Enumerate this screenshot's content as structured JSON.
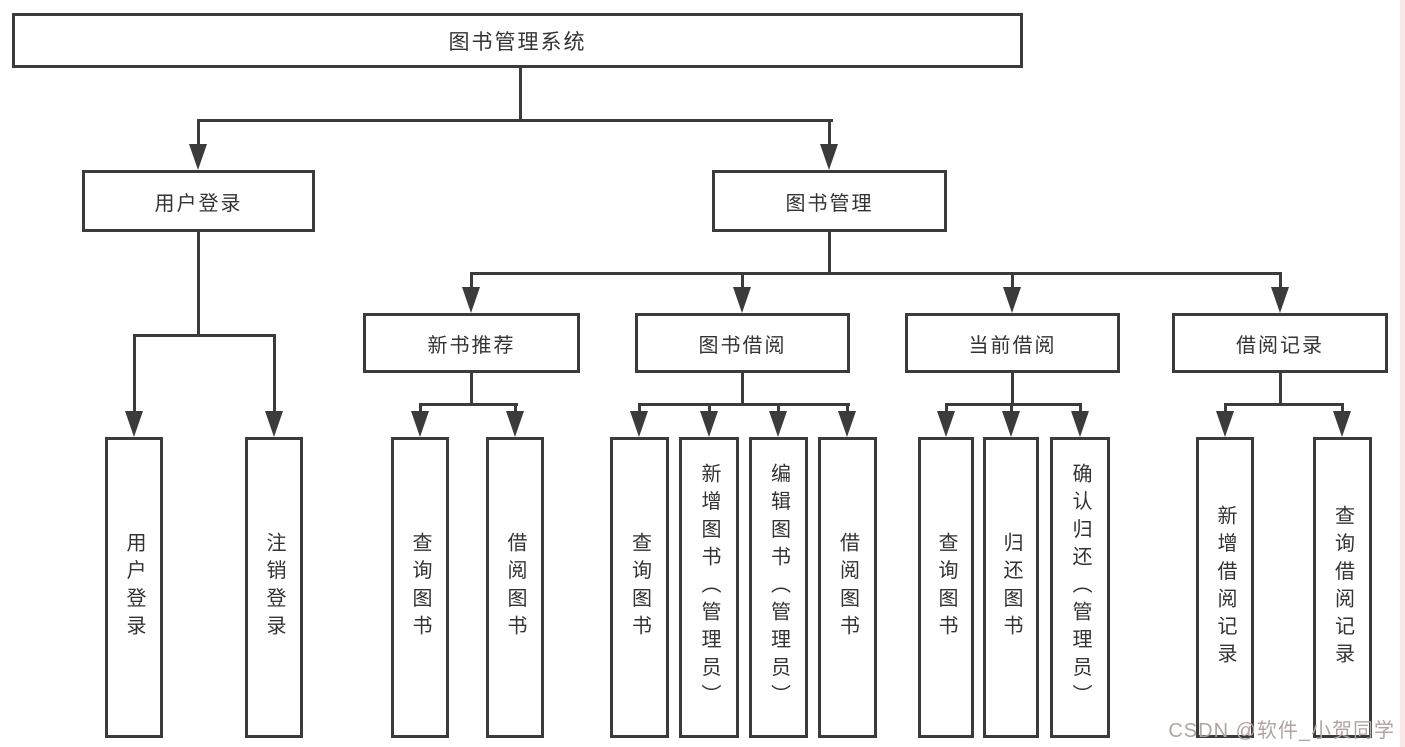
{
  "tree": {
    "label": "图书管理系统",
    "children": [
      {
        "label": "用户登录",
        "children": [
          {
            "label": "用户登录"
          },
          {
            "label": "注销登录"
          }
        ]
      },
      {
        "label": "图书管理",
        "children": [
          {
            "label": "新书推荐",
            "children": [
              {
                "label": "查询图书"
              },
              {
                "label": "借阅图书"
              }
            ]
          },
          {
            "label": "图书借阅",
            "children": [
              {
                "label": "查询图书"
              },
              {
                "label": "新增图书（管理员）"
              },
              {
                "label": "编辑图书（管理员）"
              },
              {
                "label": "借阅图书"
              }
            ]
          },
          {
            "label": "当前借阅",
            "children": [
              {
                "label": "查询图书"
              },
              {
                "label": "归还图书"
              },
              {
                "label": "确认归还（管理员）"
              }
            ]
          },
          {
            "label": "借阅记录",
            "children": [
              {
                "label": "新增借阅记录"
              },
              {
                "label": "查询借阅记录"
              }
            ]
          }
        ]
      }
    ]
  },
  "watermark": {
    "text": "CSDN @软件_小贺同学"
  },
  "colors": {
    "line": "#3b3b3b",
    "boxborder": "#3b3b3b",
    "text": "#333333",
    "wm": "#b3a2a2",
    "tint": "#f6d3d3"
  }
}
